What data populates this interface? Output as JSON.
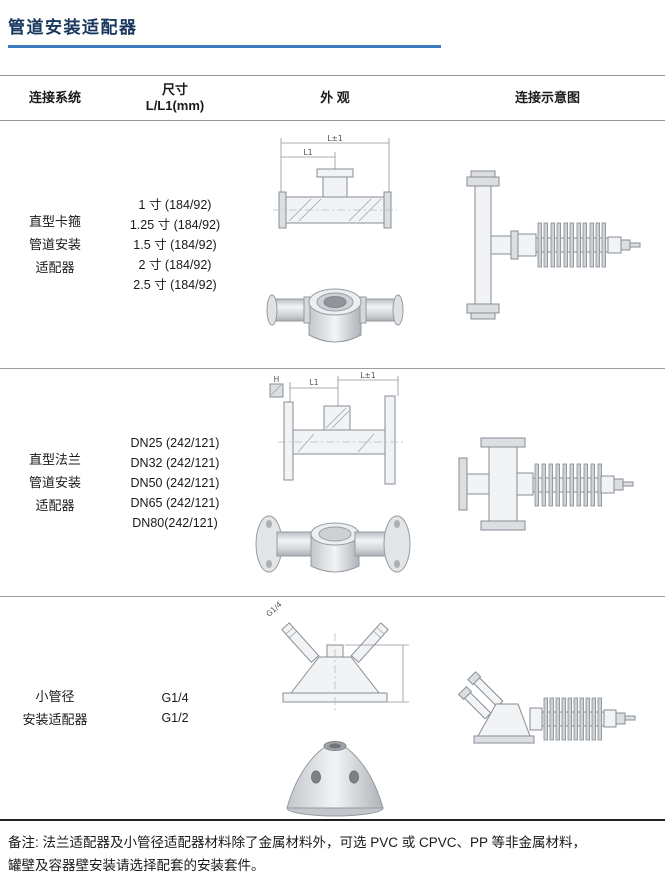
{
  "page": {
    "title": "管道安装适配器",
    "note_line1": "备注: 法兰适配器及小管径适配器材料除了金属材料外，可选 PVC 或 CPVC、PP 等非金属材料，",
    "note_line2": "罐壁及容器壁安装请选择配套的安装套件。"
  },
  "colors": {
    "title_blue": "#17375e",
    "rule_blue": "#3a7bbf"
  },
  "table": {
    "headers": {
      "system": "连接系统",
      "size_line1": "尺寸",
      "size_line2": "L/L1(mm)",
      "appearance": "外 观",
      "diagram": "连接示意图"
    },
    "rows": [
      {
        "system_lines": [
          "直型卡箍",
          "管道安装",
          "适配器"
        ],
        "sizes": [
          "1 寸 (184/92)",
          "1.25 寸 (184/92)",
          "1.5 寸 (184/92)",
          "2 寸 (184/92)",
          "2.5 寸 (184/92)"
        ]
      },
      {
        "system_lines": [
          "直型法兰",
          "管道安装",
          "适配器"
        ],
        "sizes": [
          "DN25 (242/121)",
          "DN32 (242/121)",
          "DN50 (242/121)",
          "DN65 (242/121)",
          "DN80(242/121)"
        ]
      },
      {
        "system_lines": [
          "小管径",
          "安装适配器"
        ],
        "sizes": [
          "G1/4",
          "G1/2"
        ]
      }
    ]
  },
  "drawings": {
    "dim_l": "L±1",
    "dim_l1": "L1",
    "dim_h": "H",
    "port_label": "G1/4"
  }
}
